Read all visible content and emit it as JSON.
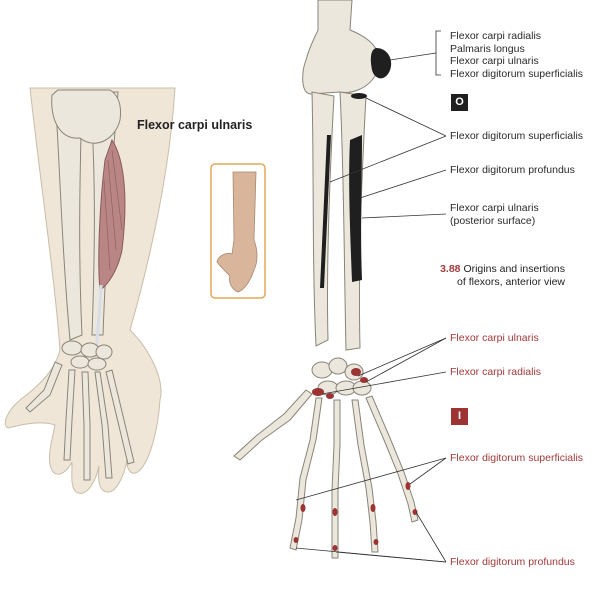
{
  "left_panel": {
    "title": "Flexor carpi ulnaris"
  },
  "origin_group": {
    "badge": "O",
    "labels": [
      "Flexor carpi radialis",
      "Palmaris longus",
      "Flexor carpi ulnaris",
      "Flexor digitorum superficialis"
    ]
  },
  "origin_labels": {
    "fds": "Flexor digitorum superficialis",
    "fdp": "Flexor digitorum profundus",
    "fcu_1": "Flexor carpi ulnaris",
    "fcu_2": "(posterior surface)"
  },
  "caption": {
    "number": "3.88",
    "line1": "Origins and insertions",
    "line2": "of flexors, anterior view"
  },
  "insertion_group": {
    "badge": "I",
    "fcu": "Flexor carpi ulnaris",
    "fcr": "Flexor carpi radialis",
    "fds": "Flexor digitorum superficialis",
    "fdp": "Flexor digitorum profundus"
  },
  "colors": {
    "origin_marker": "#1f1f1f",
    "insertion_marker": "#9c3434",
    "bone": "#ece7dc",
    "bone_outline": "#8a8478",
    "skin": "#efe6d8",
    "muscle": "#b98585"
  }
}
